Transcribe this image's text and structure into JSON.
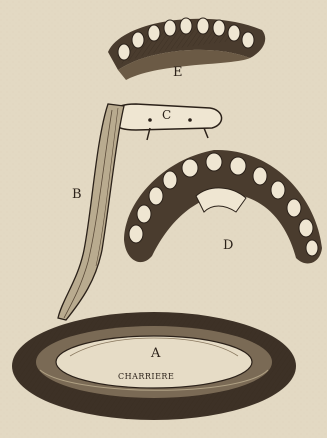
{
  "plate": {
    "background_color": "#e3d9c3",
    "ink_color": "#2b2119",
    "labels": {
      "E": "E",
      "C": "C",
      "B": "B",
      "D": "D",
      "A": "A",
      "maker": "CHARRIERE"
    }
  }
}
